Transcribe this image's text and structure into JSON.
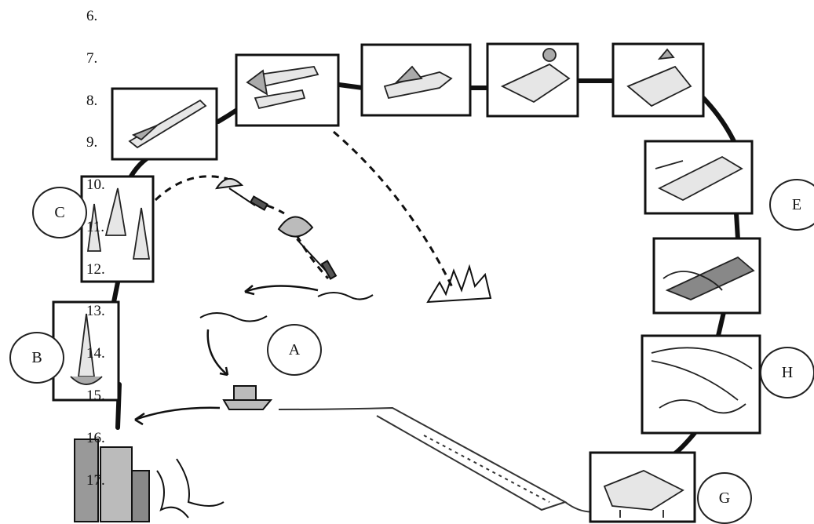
{
  "numbers": [
    "6.",
    "7.",
    "8.",
    "9.",
    "10.",
    "11.",
    "12.",
    "13.",
    "14.",
    "15.",
    "16.",
    "17."
  ],
  "labels": {
    "a": "A",
    "b": "B",
    "c": "C",
    "e": "E",
    "g": "G",
    "h": "H"
  }
}
